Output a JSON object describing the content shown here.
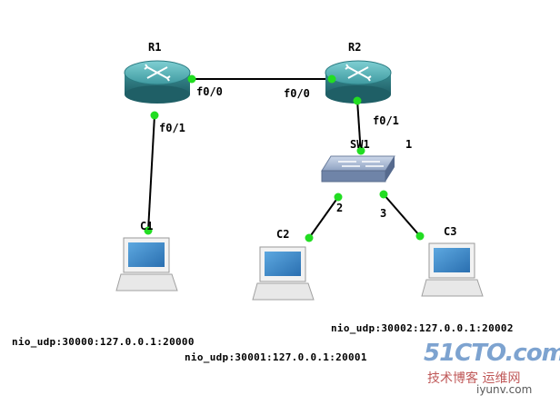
{
  "devices": {
    "r1": {
      "label": "R1"
    },
    "r2": {
      "label": "R2"
    },
    "sw1": {
      "label": "SW1"
    },
    "c1": {
      "label": "C1"
    },
    "c2": {
      "label": "C2"
    },
    "c3": {
      "label": "C3"
    }
  },
  "ports": {
    "r1_f00": "f0/0",
    "r1_f01": "f0/1",
    "r2_f00": "f0/0",
    "r2_f01": "f0/1",
    "sw1_p1": "1",
    "sw1_p2": "2",
    "sw1_p3": "3"
  },
  "nio": {
    "c1": "nio_udp:30000:127.0.0.1:20000",
    "c2": "nio_udp:30001:127.0.0.1:20001",
    "c3": "nio_udp:30002:127.0.0.1:20002"
  },
  "watermark": {
    "line1": "51CTO.com",
    "line2": "技术博客 运维网",
    "line3": "iyunv.com"
  },
  "colors": {
    "link": "#000000",
    "port_up": "#22dd22",
    "router": "#3f9aa0",
    "switch": "#8a9cb8"
  }
}
